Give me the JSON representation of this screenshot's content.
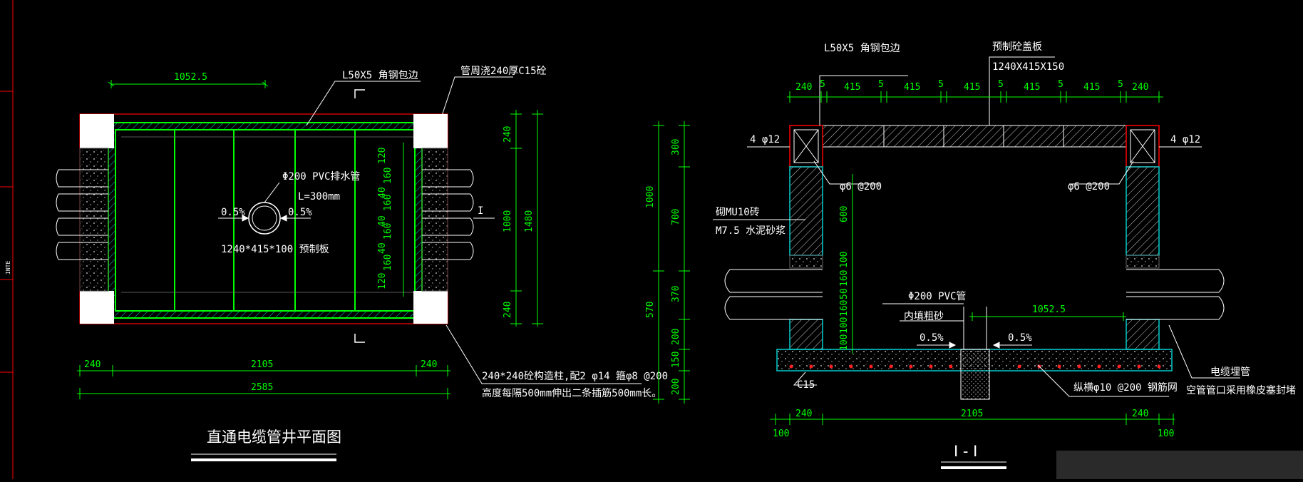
{
  "side_label": "INTE",
  "plan": {
    "title": "直通电缆管井平面图",
    "labels": {
      "angle_steel": "L50X5 角钢包边",
      "pipe_note": "管周浇240厚C15砼",
      "pvc": "Φ200 PVC排水管",
      "length": "L=300mm",
      "slope_left": "0.5%",
      "slope_right": "0.5%",
      "slab": "1240*415*100  预制板",
      "column_note_1": "240*240砼构造柱,配2 φ14 箍φ8 @200",
      "column_note_2": "高度每隔500mm伸出二条插筋500mm长。",
      "section_mark": "I"
    },
    "dims": {
      "top": "1052.5",
      "bottom_left": "240",
      "bottom_mid": "2105",
      "bottom_right": "240",
      "bottom_total": "2585",
      "r_240_top": "240",
      "r_1000": "1000",
      "r_240_bottom": "240",
      "r_1480": "1480",
      "in_120_top": "120",
      "in_160_a": "160",
      "in_40_a": "40",
      "in_160_b": "160",
      "in_40_b": "40",
      "in_160_c": "160",
      "in_40_c": "40",
      "in_160_d": "160",
      "in_120_bottom": "120"
    }
  },
  "section": {
    "title": "I - I",
    "labels": {
      "angle_steel": "L50X5 角钢包边",
      "precast_cover": "预制砼盖板",
      "cover_size": "1240X415X150",
      "rebar_left": "4 φ12",
      "rebar_right": "4 φ12",
      "stirrup_left": "φ6 @200",
      "stirrup_right": "φ6 @200",
      "brick": "砌MU10砖",
      "mortar": "M7.5 水泥砂浆",
      "pvc": "Φ200 PVC管",
      "sand": "内填粗砂",
      "slope_left": "0.5%",
      "slope_right": "0.5%",
      "c15": "C15",
      "mesh": "纵横φ10 @200 钢筋网",
      "cable_pipe": "电缆埋管",
      "seal_note": "空管管口采用橡皮塞封堵"
    },
    "dims": {
      "top_240a": "240",
      "top_5a": "5",
      "top_415a": "415",
      "top_5b": "5",
      "top_415b": "415",
      "top_5c": "5",
      "top_415c": "415",
      "top_5d": "5",
      "top_415d": "415",
      "top_5e": "5",
      "top_415e": "415",
      "top_5f": "5",
      "top_240b": "240",
      "v_300": "300",
      "v_700": "700",
      "v_1000": "1000",
      "v_370": "370",
      "v_570": "570",
      "v_200a": "200",
      "v_150": "150",
      "v_200b": "200",
      "c_600": "600",
      "c_100a": "100",
      "c_160a": "160",
      "c_50": "50",
      "c_160b": "160",
      "c_100b": "100",
      "c_100c": "100",
      "inner_1052": "1052.5",
      "bot_240a": "240",
      "bot_2105": "2105",
      "bot_240b": "240",
      "bot_100a": "100",
      "bot_100b": "100"
    }
  },
  "colors": {
    "background": "#000000",
    "dimension": "#00ff00",
    "outline": "#ff0000",
    "wall": "#00cccc",
    "text": "#ffffff",
    "rebar": "#ff2020"
  }
}
